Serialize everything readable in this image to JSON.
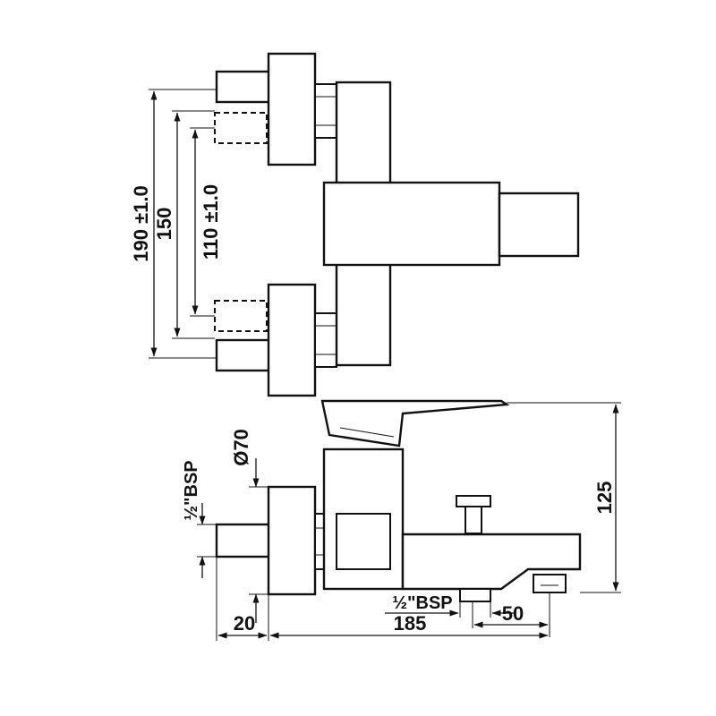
{
  "top_view": {
    "dim_190": "190 ±1.0",
    "dim_150": "150",
    "dim_110": "110 ±1.0"
  },
  "side_view": {
    "dim_diameter": "Ø70",
    "dim_inlet_thread": "½\"BSP",
    "dim_outlet_thread": "½\"BSP",
    "dim_height": "125",
    "dim_20": "20",
    "dim_185": "185",
    "dim_50": "50"
  },
  "colors": {
    "line": "#111111",
    "background": "#ffffff"
  }
}
